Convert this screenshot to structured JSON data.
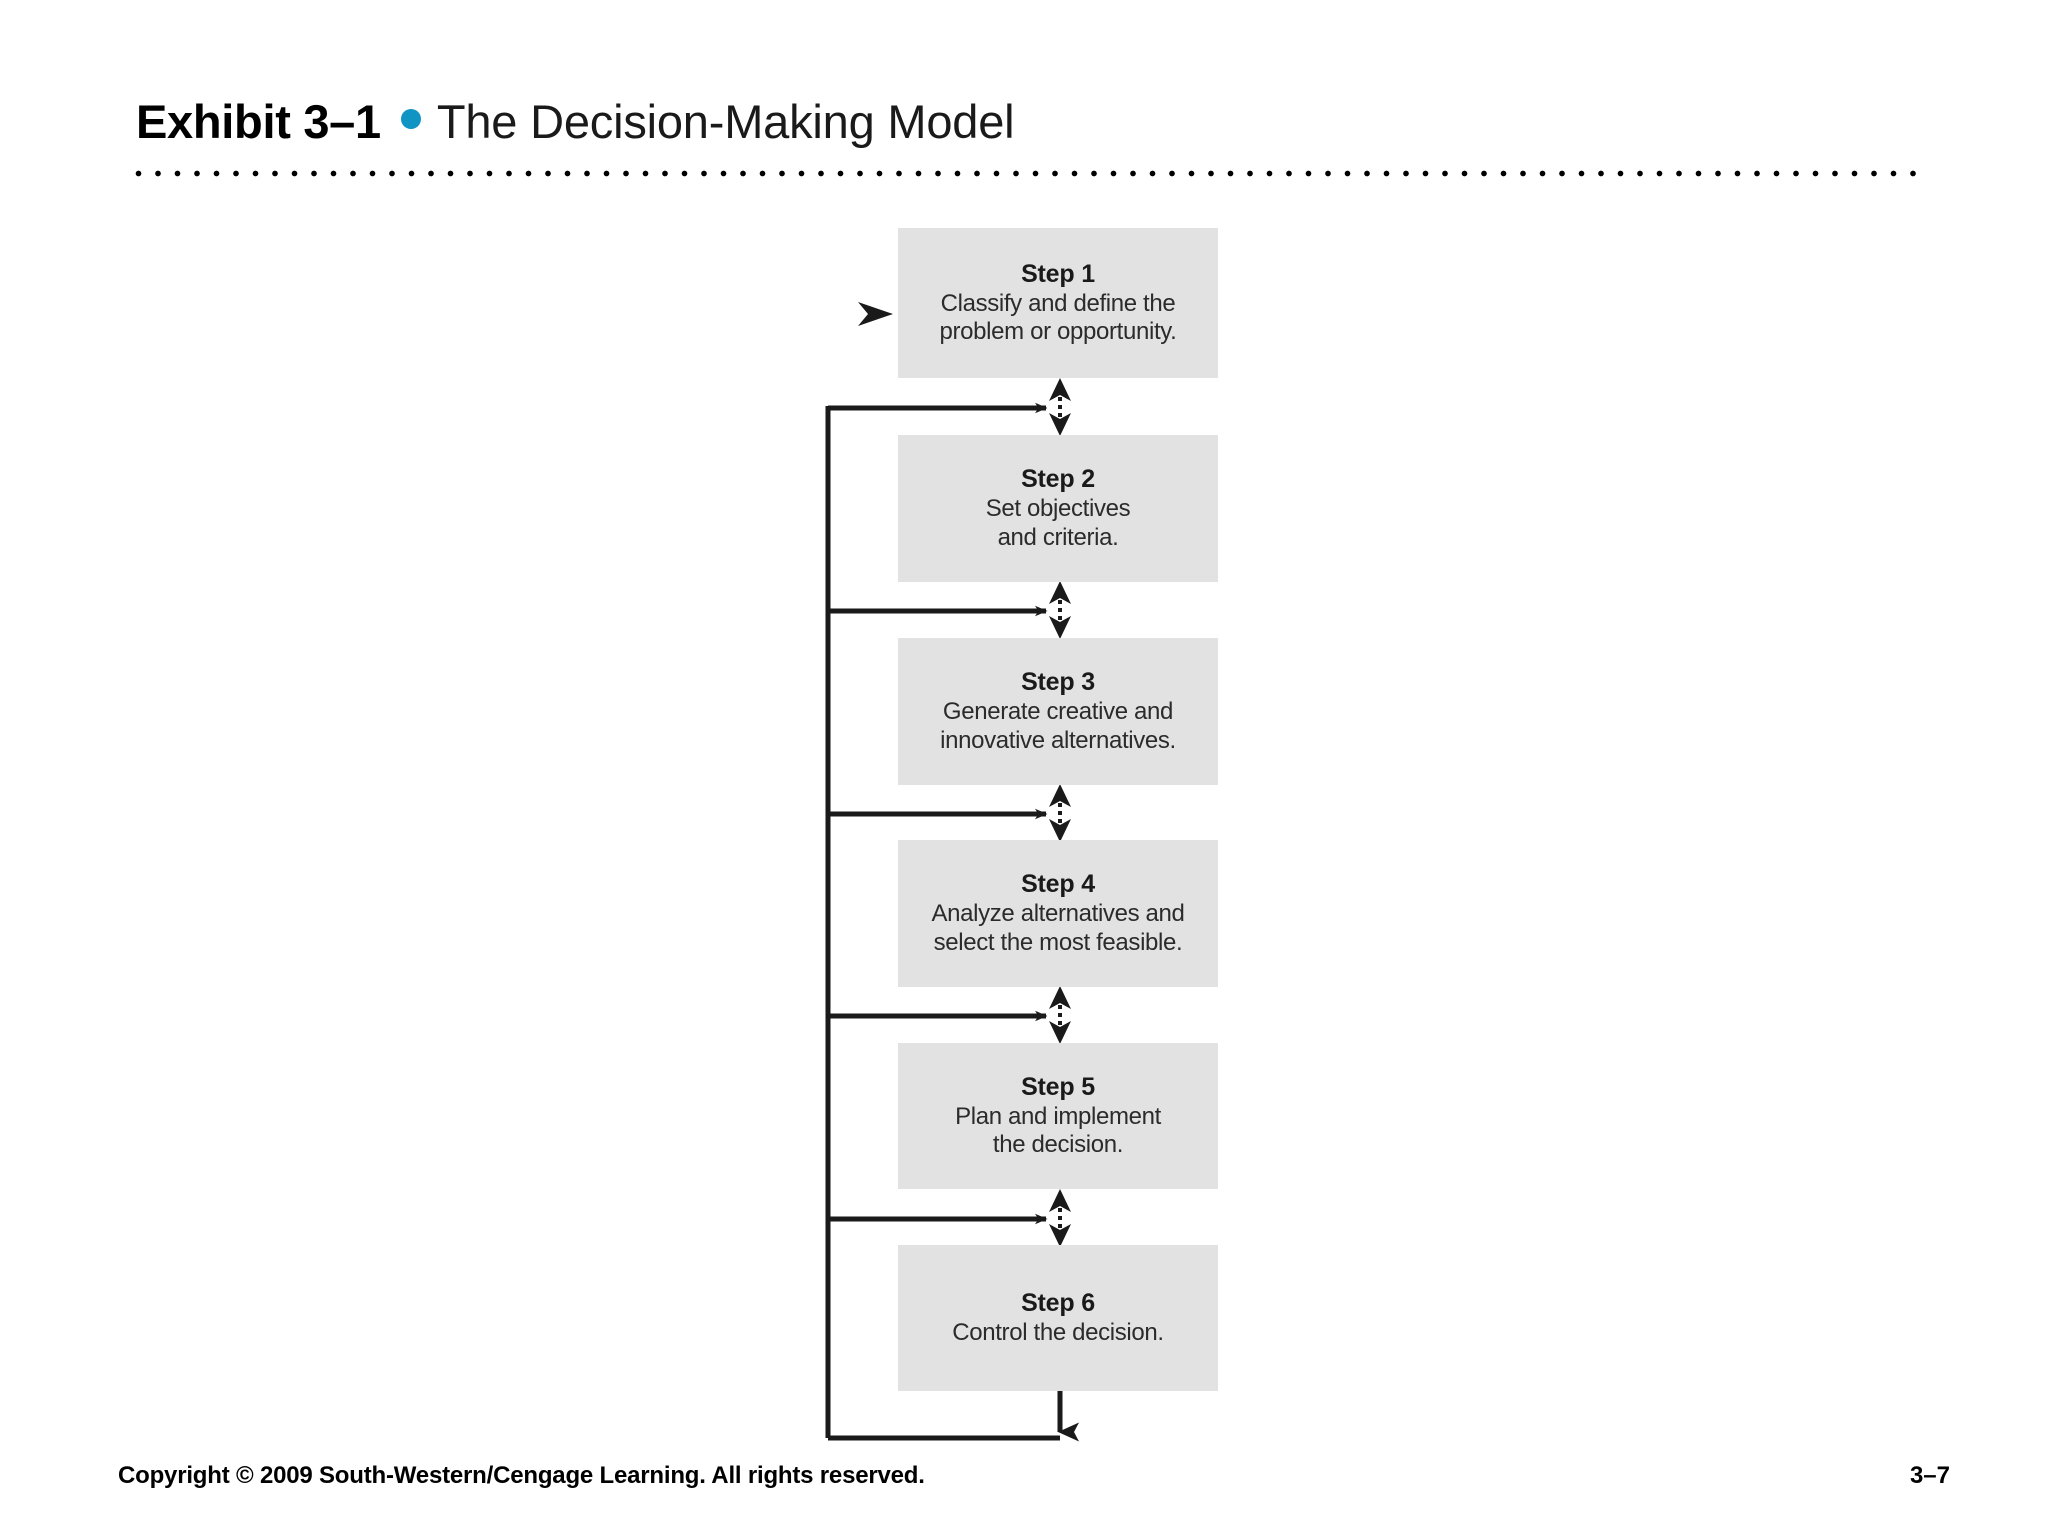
{
  "slide": {
    "exhibit_label": "Exhibit 3–1",
    "bullet_icon": "bullet-dot-icon",
    "title": "The Decision-Making Model",
    "accent_color": "#0f94c4",
    "box_fill_color": "#e2e2e2",
    "line_color": "#1a1a1a"
  },
  "diagram": {
    "type": "flowchart",
    "orientation": "vertical",
    "entry_arrow_icon": "entry-arrowhead-icon",
    "steps": [
      {
        "title": "Step 1",
        "desc": "Classify and define the\nproblem or opportunity."
      },
      {
        "title": "Step 2",
        "desc": "Set objectives\nand criteria."
      },
      {
        "title": "Step 3",
        "desc": "Generate creative and\ninnovative alternatives."
      },
      {
        "title": "Step 4",
        "desc": "Analyze alternatives and\nselect the most feasible."
      },
      {
        "title": "Step 5",
        "desc": "Plan and implement\nthe decision."
      },
      {
        "title": "Step 6",
        "desc": "Control the decision."
      }
    ],
    "connectors": {
      "between_steps_icon": "dotted-double-arrow-icon",
      "feedback_arrow_icon": "feedback-arrow-icon",
      "feedback_loop_icon": "feedback-loop-line",
      "count_between": 5,
      "count_feedback": 5
    }
  },
  "footer": {
    "copyright": "Copyright © 2009 South-Western/Cengage Learning. All rights reserved.",
    "page_number": "3–7"
  }
}
